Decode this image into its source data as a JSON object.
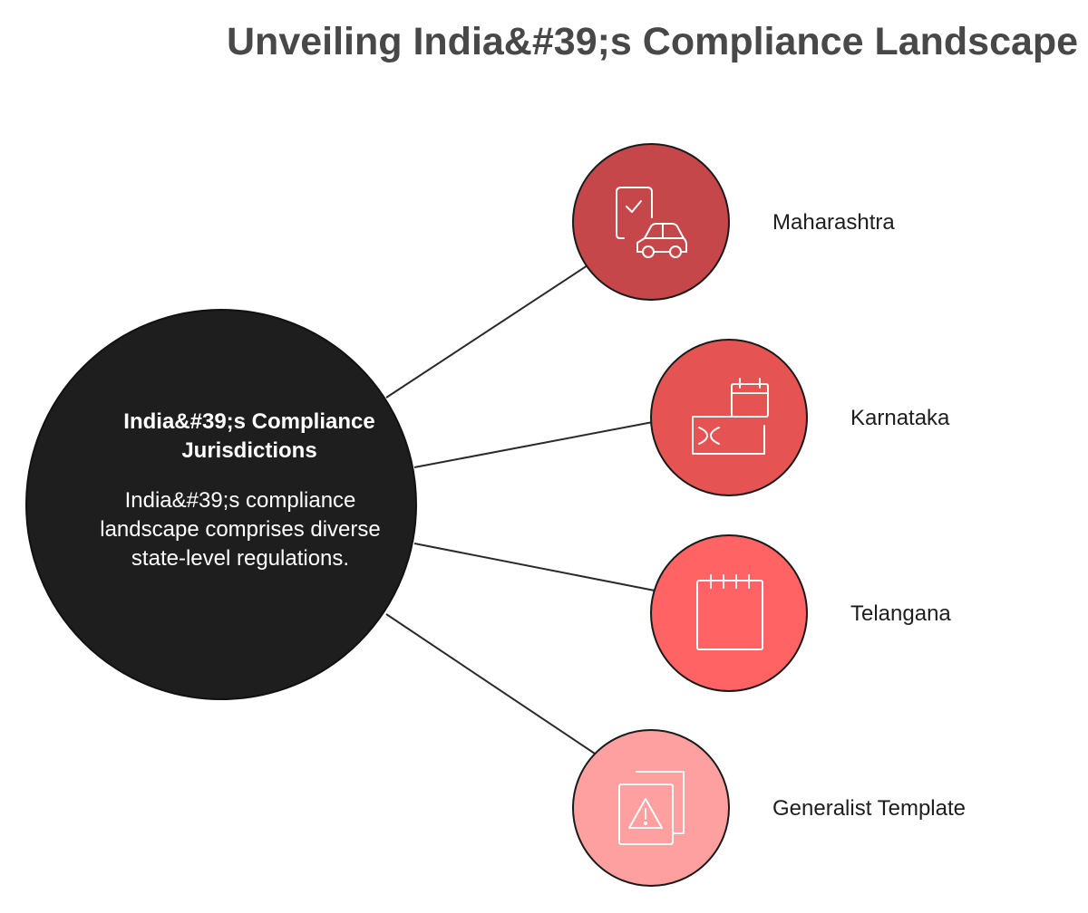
{
  "title": "Unveiling India&#39;s Compliance Landscape",
  "hub": {
    "heading": "India&#39;s Compliance Jurisdictions",
    "body": "India&#39;s compliance landscape comprises diverse state-level regulations.",
    "color": "#1e1e1e"
  },
  "nodes": [
    {
      "label": "Maharashtra",
      "icon": "document-check-car-icon",
      "color": "#c6474a"
    },
    {
      "label": "Karnataka",
      "icon": "calendar-ticket-icon",
      "color": "#e65353"
    },
    {
      "label": "Telangana",
      "icon": "notepad-icon",
      "color": "#ff6363"
    },
    {
      "label": "Generalist Template",
      "icon": "warning-document-icon",
      "color": "#ffa0a0"
    }
  ]
}
